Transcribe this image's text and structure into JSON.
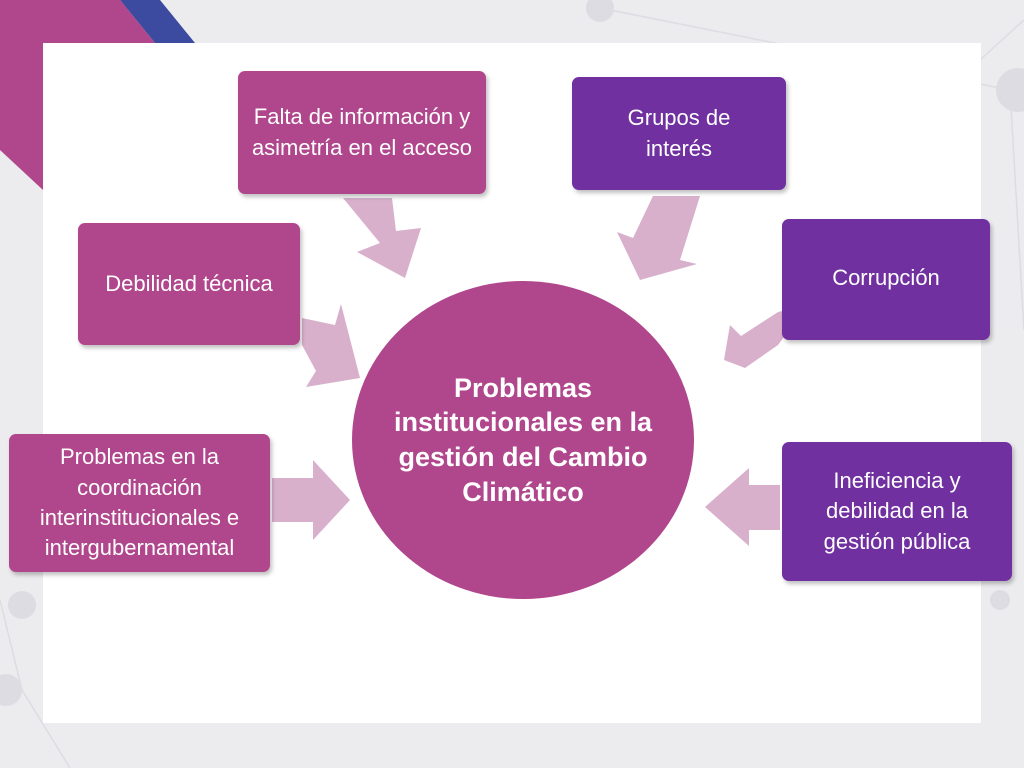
{
  "colors": {
    "magenta": "#b0468c",
    "purple": "#7030a0",
    "arrow": "#d8b0cc",
    "corner_blue": "#3c4aa0",
    "corner_magenta": "#b0468c"
  },
  "diagram": {
    "center": {
      "label": "Problemas institucionales en la gestión del Cambio Climático"
    },
    "nodes": [
      {
        "id": "falta-informacion",
        "label": "Falta de información y asimetría en el acceso",
        "color": "magenta"
      },
      {
        "id": "debilidad-tecnica",
        "label": "Debilidad técnica",
        "color": "magenta"
      },
      {
        "id": "problemas-coordinacion",
        "label": "Problemas en la coordinación interinstitucionales e intergubernamental",
        "color": "magenta"
      },
      {
        "id": "grupos-interes",
        "label": "Grupos de interés",
        "color": "purple"
      },
      {
        "id": "corrupcion",
        "label": "Corrupción",
        "color": "purple"
      },
      {
        "id": "ineficiencia",
        "label": "Ineficiencia y debilidad en la gestión pública",
        "color": "purple"
      }
    ],
    "edges": [
      {
        "from": "falta-informacion",
        "to": "center"
      },
      {
        "from": "debilidad-tecnica",
        "to": "center"
      },
      {
        "from": "problemas-coordinacion",
        "to": "center"
      },
      {
        "from": "grupos-interes",
        "to": "center"
      },
      {
        "from": "corrupcion",
        "to": "center"
      },
      {
        "from": "ineficiencia",
        "to": "center"
      }
    ]
  }
}
